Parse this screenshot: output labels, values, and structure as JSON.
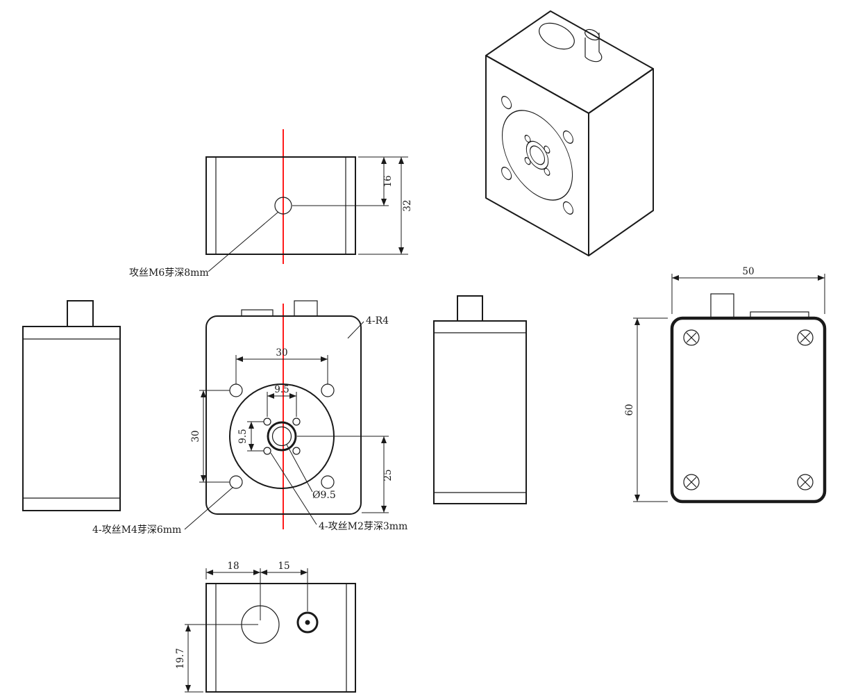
{
  "colors": {
    "centerline": "#ff0000",
    "ink": "#1a1a1a",
    "background": "#ffffff"
  },
  "annotations": {
    "tap_m6": "攻丝M6芽深8mm",
    "tap_m4": "4-攻丝M4芽深6mm",
    "tap_m2": "4-攻丝M2芽深3mm",
    "corner_radius": "4-R4",
    "center_hole_dia": "Ø9.5"
  },
  "dims": {
    "top_hole_offset": "16",
    "top_depth": "32",
    "front_hole_spacing_h": "30",
    "front_hole_spacing_v": "30",
    "front_small_spacing_h": "9.5",
    "front_small_spacing_v": "9.5",
    "front_center_to_bottom": "25",
    "back_width": "50",
    "back_height": "60",
    "bottom_left_to_hole": "18",
    "bottom_hole_spacing": "15",
    "bottom_center_to_edge": "19.7"
  }
}
